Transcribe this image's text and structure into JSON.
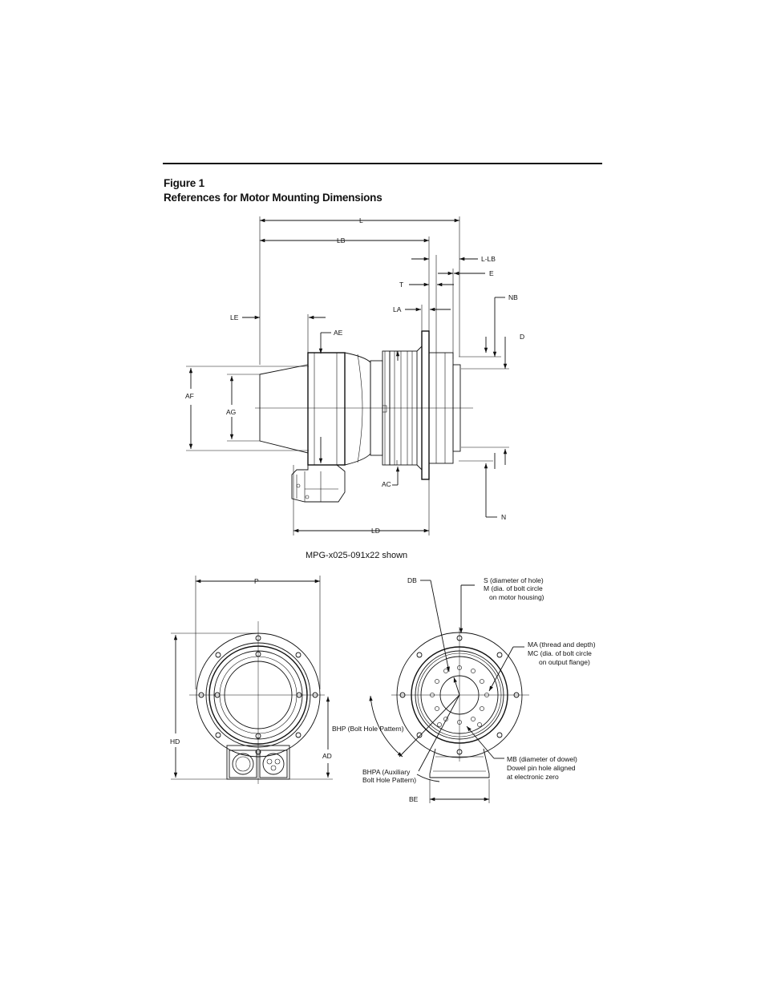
{
  "figure": {
    "number": "Figure 1",
    "title": "References for Motor Mounting Dimensions"
  },
  "side_view": {
    "dimension_labels": {
      "L": "L",
      "LB": "LB",
      "L_LB": "L-LB",
      "T": "T",
      "E": "E",
      "NB": "NB",
      "LA": "LA",
      "LE": "LE",
      "AE": "AE",
      "D": "D",
      "AF": "AF",
      "AG": "AG",
      "AC": "AC",
      "N": "N",
      "LD": "LD"
    },
    "model_caption": "MPG-x025-091x22 shown"
  },
  "rear_view": {
    "dimension_labels": {
      "P": "P",
      "HD": "HD",
      "AD": "AD"
    }
  },
  "front_view": {
    "dimension_labels": {
      "DB": "DB",
      "BE": "BE"
    },
    "notes": {
      "s_line1": "S (diameter of hole)",
      "s_line2": "M (dia. of bolt circle",
      "s_line3": "on motor housing)",
      "ma_line1": "MA (thread and depth)",
      "ma_line2": "MC (dia. of bolt circle",
      "ma_line3": "on output flange)",
      "bhp": "BHP (Bolt Hole Pattern)",
      "bhpa_line1": "BHPA (Auxiliary",
      "bhpa_line2": "Bolt Hole Pattern)",
      "mb_line1": "MB (diameter of dowel)",
      "mb_line2": "Dowel pin hole aligned",
      "mb_line3": "at electronic zero"
    }
  }
}
